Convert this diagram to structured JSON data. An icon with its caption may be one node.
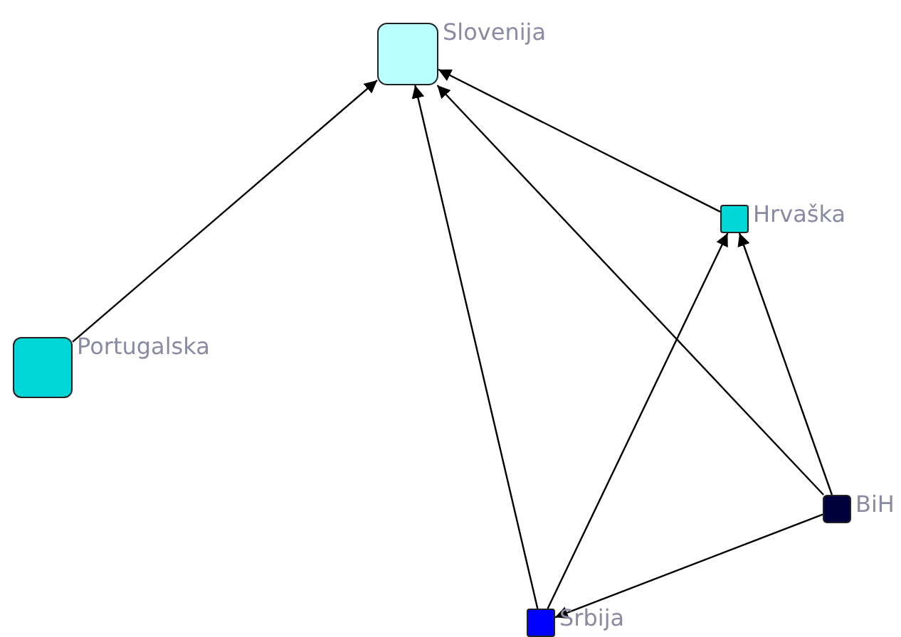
{
  "diagram": {
    "nodes": [
      {
        "text": [
          "Slovenija"
        ]
      },
      {
        "text": [
          "Portugalska"
        ]
      },
      {
        "text": [
          "Hrvaška"
        ]
      },
      {
        "text": [
          "BiH"
        ]
      },
      {
        "text": [
          "Srbija"
        ]
      }
    ],
    "edges": [
      {
        "from": 1,
        "to": 0,
        "arrow": "to"
      },
      {
        "from": 4,
        "to": 0,
        "arrow": "to"
      },
      {
        "from": 2,
        "to": 0,
        "arrow": "to"
      },
      {
        "from": 3,
        "to": 0,
        "arrow": "to"
      },
      {
        "from": 4,
        "to": 2,
        "arrow": "to"
      },
      {
        "from": 3,
        "to": 2,
        "arrow": "to"
      },
      {
        "from": 3,
        "to": 4,
        "arrow": "to"
      }
    ]
  }
}
